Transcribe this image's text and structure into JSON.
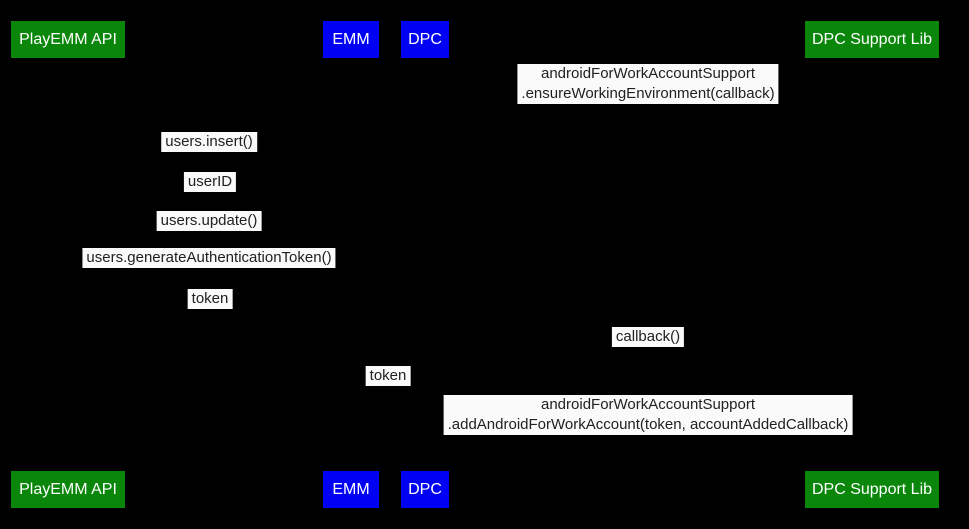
{
  "colors": {
    "background": "#000000",
    "green": "#0a870a",
    "blue": "#0000f5",
    "participant_text": "#ffffff",
    "message_bg": "#fafafa",
    "message_text": "#212121"
  },
  "participants": [
    {
      "label": "PlayEMM API",
      "color": "green"
    },
    {
      "label": "EMM",
      "color": "blue"
    },
    {
      "label": "DPC",
      "color": "blue"
    },
    {
      "label": "DPC Support Lib",
      "color": "green"
    }
  ],
  "messages": [
    {
      "line1": "androidForWorkAccountSupport",
      "line2": ".ensureWorkingEnvironment(callback)"
    },
    {
      "line1": "users.insert()"
    },
    {
      "line1": "userID"
    },
    {
      "line1": "users.update()"
    },
    {
      "line1": "users.generateAuthenticationToken()"
    },
    {
      "line1": "token"
    },
    {
      "line1": "callback()"
    },
    {
      "line1": "token"
    },
    {
      "line1": "androidForWorkAccountSupport",
      "line2": ".addAndroidForWorkAccount(token, accountAddedCallback)"
    }
  ]
}
